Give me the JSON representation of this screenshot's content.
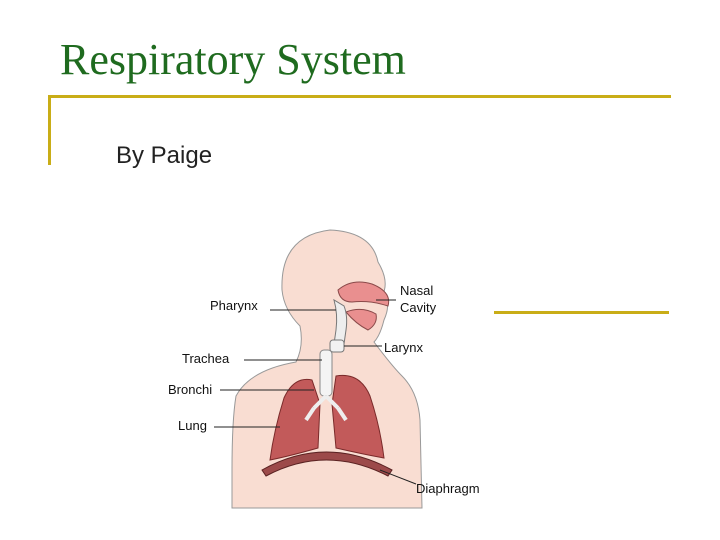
{
  "slide": {
    "title": "Respiratory System",
    "subtitle": "By Paige"
  },
  "diagram": {
    "labels": {
      "pharynx": "Pharynx",
      "nasal_cavity_line1": "Nasal",
      "nasal_cavity_line2": "Cavity",
      "larynx": "Larynx",
      "trachea": "Trachea",
      "bronchi": "Bronchi",
      "lung": "Lung",
      "diaphragm": "Diaphragm"
    }
  },
  "colors": {
    "title": "#1f6b1f",
    "accent_rule": "#c9ad17",
    "skin": "#f9ddd2",
    "lung": "#c25a5a",
    "nasal": "#e98f8f",
    "diaphragm": "#9c4a4a"
  }
}
